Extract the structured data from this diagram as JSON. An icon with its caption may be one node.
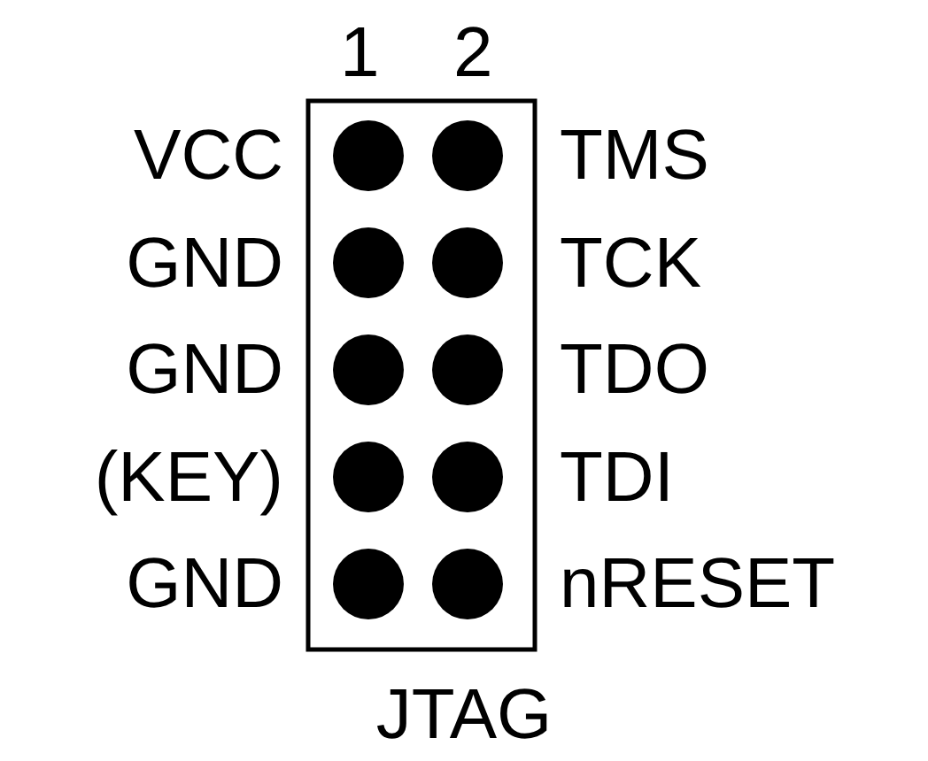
{
  "diagram": {
    "caption": "JTAG",
    "labels": [
      "1",
      "2",
      "VCC",
      "TMS",
      "GND",
      "TCK",
      "GND",
      "TDO",
      "(KEY)",
      "TDI",
      "GND",
      "nRESET"
    ]
  }
}
